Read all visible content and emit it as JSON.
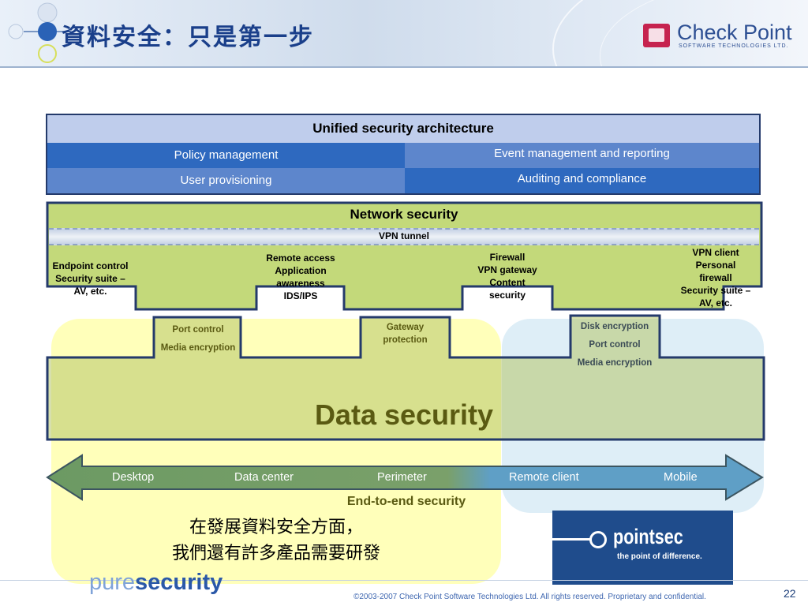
{
  "header": {
    "title": "資料安全：只是第一步",
    "logo_name": "Check Point",
    "logo_sub": "SOFTWARE TECHNOLOGIES LTD."
  },
  "architecture": {
    "title": "Unified security architecture",
    "cells": [
      "Policy management",
      "Event management and reporting",
      "User provisioning",
      "Auditing and compliance"
    ]
  },
  "network": {
    "title": "Network security",
    "vpn_tunnel": "VPN tunnel",
    "endpoint": [
      "Endpoint control",
      "Security suite –",
      "AV, etc."
    ],
    "remote_access": [
      "Remote access",
      "Application",
      "awareness",
      "IDS/IPS"
    ],
    "firewall": [
      "Firewall",
      "VPN gateway",
      "Content",
      "security"
    ],
    "vpn_client": [
      "VPN client",
      "Personal",
      "firewall",
      "Security suite –",
      "AV, etc."
    ]
  },
  "data": {
    "title": "Data security",
    "port_control_left": [
      "Port control",
      "Media encryption"
    ],
    "gateway_protection": [
      "Gateway",
      "protection"
    ],
    "right_items": [
      "Disk encryption",
      "Port control",
      "Media encryption"
    ]
  },
  "arrow": {
    "labels": [
      "Desktop",
      "Data center",
      "Perimeter",
      "Remote client",
      "Mobile"
    ],
    "caption": "End-to-end security"
  },
  "note": {
    "line1": "在發展資料安全方面，",
    "line2": "我們還有許多產品需要研發"
  },
  "pointsec": {
    "name": "pointsec",
    "tagline": "the point of difference."
  },
  "footer": {
    "brand_light": "pure",
    "brand_bold": "security",
    "copyright": "©2003-2007 Check Point Software Technologies Ltd. All rights reserved. Proprietary and confidential.",
    "page": "22"
  },
  "colors": {
    "title_blue": "#1a3f8a",
    "arch_dark": "#2e69bf",
    "arch_light": "#5d86cc",
    "network_green": "#c3d97a",
    "yellow_zone": "#ffffb3",
    "blue_zone": "#b9d8ea",
    "arrow_green": "#6f9a63",
    "arrow_blue": "#5f9fc6"
  }
}
